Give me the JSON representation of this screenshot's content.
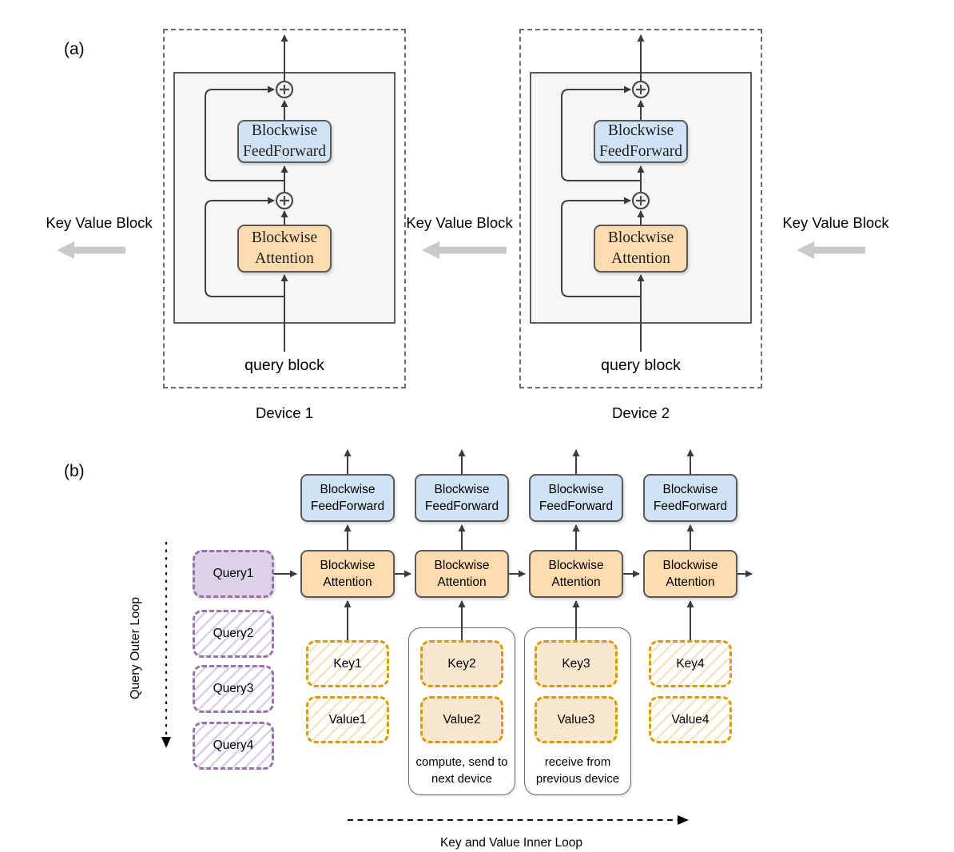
{
  "colors": {
    "blue_fill": "#cfe3f5",
    "orange_fill": "#fcdcae",
    "kv_solid_fill": "#f9e6cf",
    "purple_fill": "#ddd2ea",
    "purple_border": "#9673a6",
    "orange_border": "#d79b00",
    "block_border": "#595959",
    "gray_arrow": "#c9c9c9"
  },
  "panel_a": {
    "label": "(a)",
    "kv_block_label": "Key Value Block",
    "blockwise": "Blockwise",
    "feedforward": "FeedForward",
    "attention": "Attention",
    "query_block_label": "query block",
    "device1": "Device 1",
    "device2": "Device 2"
  },
  "panel_b": {
    "label": "(b)",
    "blockwise": "Blockwise",
    "feedforward": "FeedForward",
    "attention": "Attention",
    "queries": [
      "Query1",
      "Query2",
      "Query3",
      "Query4"
    ],
    "keys": [
      "Key1",
      "Key2",
      "Key3",
      "Key4"
    ],
    "values": [
      "Value1",
      "Value2",
      "Value3",
      "Value4"
    ],
    "compute_line1": "compute, send to",
    "compute_line2": "next device",
    "receive_line1": "receive from",
    "receive_line2": "previous device",
    "outer_loop": "Query Outer Loop",
    "inner_loop": "Key and Value Inner Loop"
  }
}
